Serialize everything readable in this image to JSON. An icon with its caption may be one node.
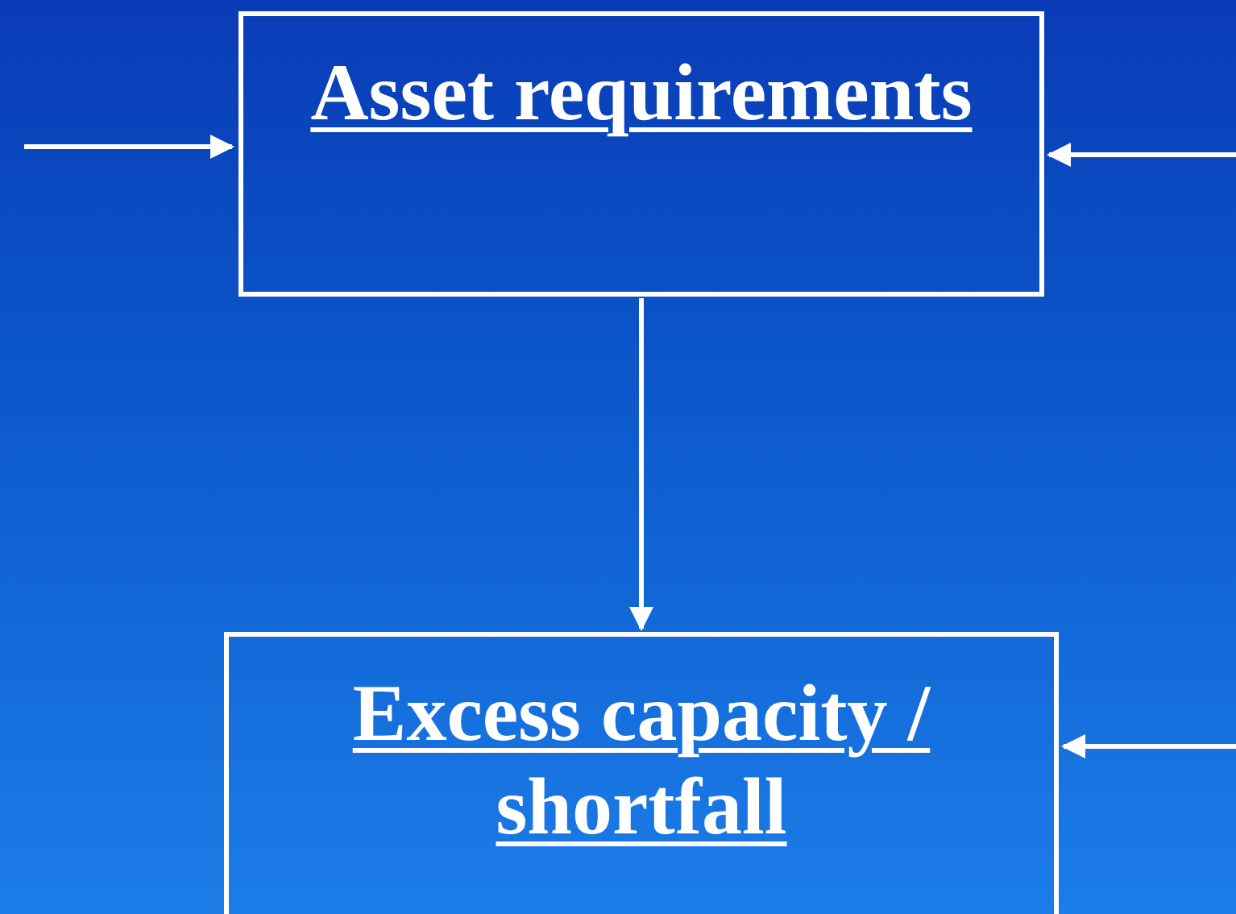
{
  "diagram": {
    "nodes": [
      {
        "text": [
          "Asset requirements"
        ]
      },
      {
        "text": [
          "Excess capacity / shortfall"
        ]
      }
    ],
    "edges": [
      {
        "from": null,
        "to": 0,
        "arrow": "to"
      },
      {
        "from": null,
        "to": 0,
        "arrow": "to"
      },
      {
        "from": 0,
        "to": 1,
        "arrow": "to"
      },
      {
        "from": null,
        "to": 1,
        "arrow": "to"
      }
    ]
  }
}
